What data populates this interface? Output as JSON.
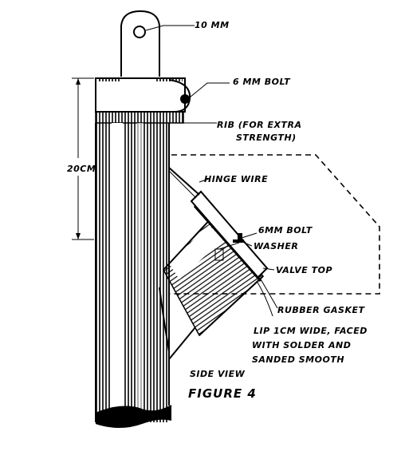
{
  "labels": {
    "pin_size": "10 MM",
    "bolt_top": "6 MM BOLT",
    "rib_line1": "RIB (FOR EXTRA",
    "rib_line2": "STRENGTH)",
    "dimension": "20CM",
    "hinge_wire": "HINGE WIRE",
    "bolt_valve": "6MM BOLT",
    "washer": "WASHER",
    "valve_top": "VALVE TOP",
    "gasket": "RUBBER GASKET",
    "lip_line1": "LIP 1CM WIDE, FACED",
    "lip_line2": "WITH SOLDER AND",
    "lip_line3": "SANDED SMOOTH",
    "view": "SIDE VIEW",
    "figure": "FIGURE 4"
  }
}
